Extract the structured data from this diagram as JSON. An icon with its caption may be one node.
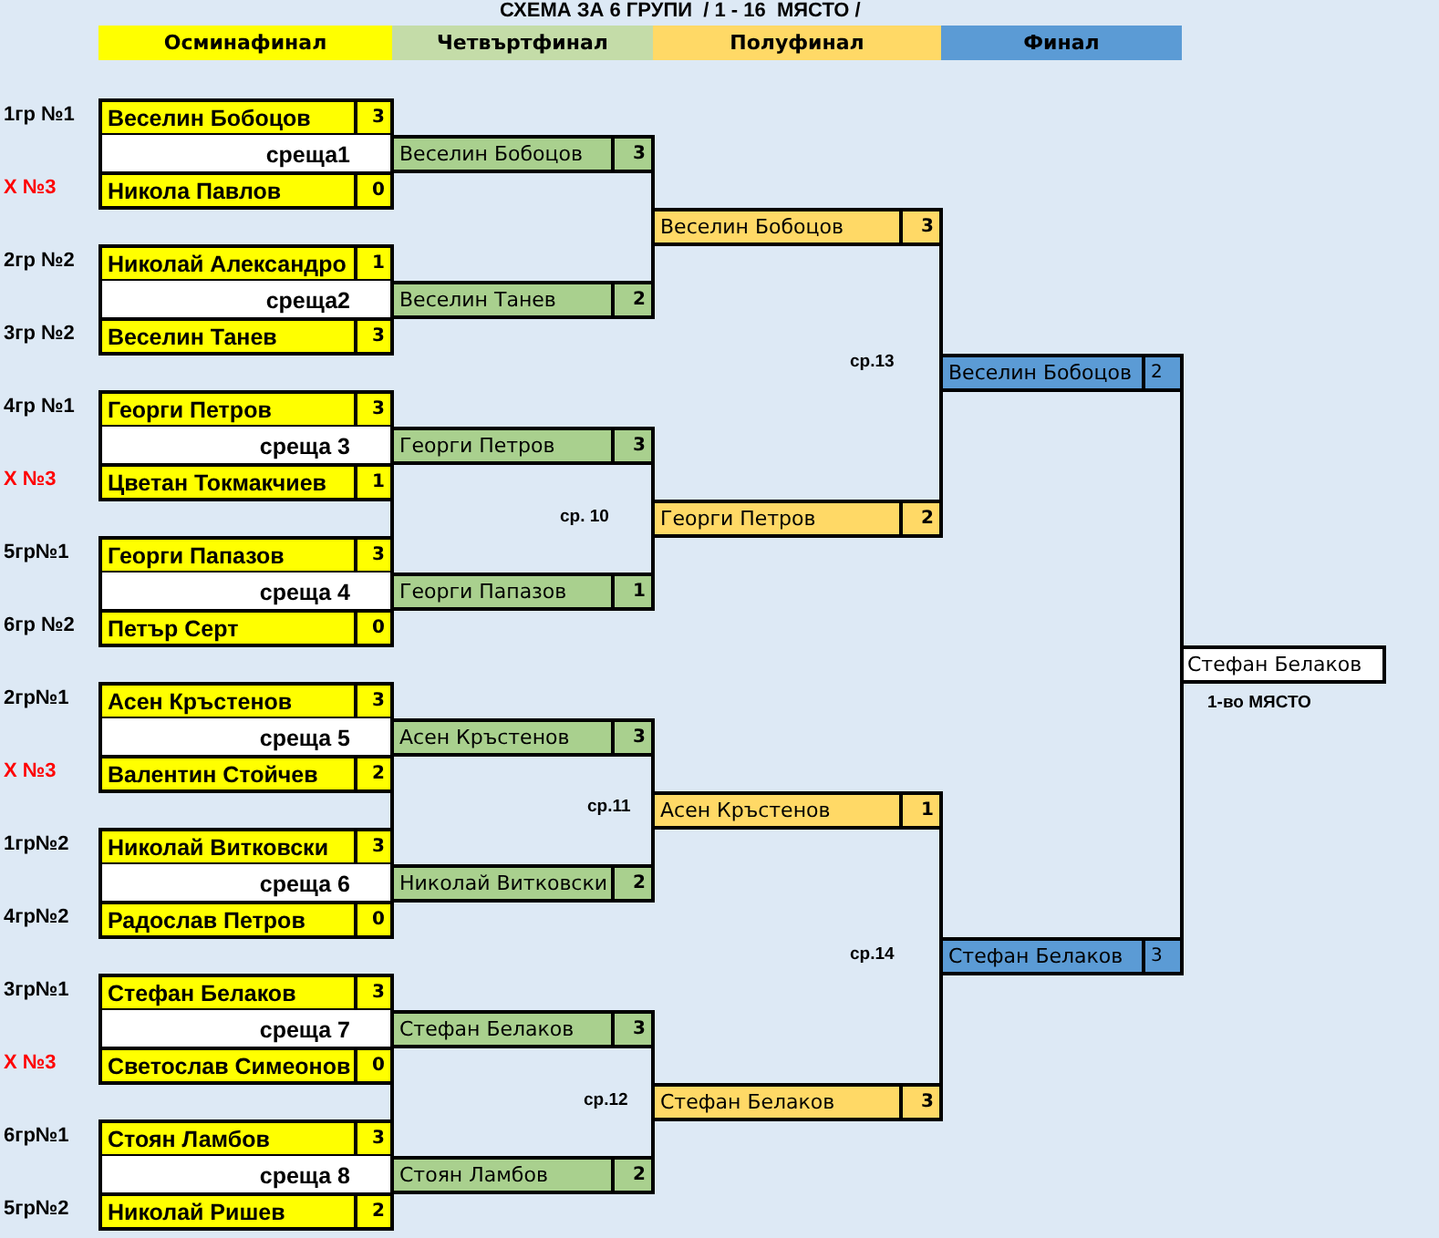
{
  "diagram": {
    "title": "СХЕМА ЗА 6 ГРУПИ  / 1 - 16  МЯСТО /",
    "nodes": [
      {
        "text": [
          "Осминафинал"
        ]
      },
      {
        "text": [
          "Четвъртфинал"
        ]
      },
      {
        "text": [
          "Полуфинал"
        ]
      },
      {
        "text": [
          "Финал"
        ]
      },
      {
        "text": [
          "Веселин Бобоцов",
          "3"
        ],
        "beside": [
          "1гр №1"
        ]
      },
      {
        "text": [
          "среща1"
        ]
      },
      {
        "text": [
          "Никола Павлов",
          "0"
        ],
        "beside": [
          "Х №3"
        ]
      },
      {
        "text": [
          "Николай Александро",
          "1"
        ],
        "beside": [
          "2гр №2"
        ]
      },
      {
        "text": [
          "среща2"
        ]
      },
      {
        "text": [
          "Веселин Танев",
          "3"
        ],
        "beside": [
          "3гр №2"
        ]
      },
      {
        "text": [
          "Георги Петров",
          "3"
        ],
        "beside": [
          "4гр №1"
        ]
      },
      {
        "text": [
          "среща 3"
        ]
      },
      {
        "text": [
          "Цветан Токмакчиев",
          "1"
        ],
        "beside": [
          "Х №3"
        ]
      },
      {
        "text": [
          "Георги Папазов",
          "3"
        ],
        "beside": [
          "5гр№1"
        ]
      },
      {
        "text": [
          "среща 4"
        ]
      },
      {
        "text": [
          "Петър Серт",
          "0"
        ],
        "beside": [
          "6гр №2"
        ]
      },
      {
        "text": [
          "Асен Кръстенов",
          "3"
        ],
        "beside": [
          "2гр№1"
        ]
      },
      {
        "text": [
          "среща 5"
        ]
      },
      {
        "text": [
          "Валентин Стойчев",
          "2"
        ],
        "beside": [
          "Х №3"
        ]
      },
      {
        "text": [
          "Николай Витковски",
          "3"
        ],
        "beside": [
          "1гр№2"
        ]
      },
      {
        "text": [
          "среща 6"
        ]
      },
      {
        "text": [
          "Радослав Петров",
          "0"
        ],
        "beside": [
          "4гр№2"
        ]
      },
      {
        "text": [
          "Стефан Белаков",
          "3"
        ],
        "beside": [
          "3гр№1"
        ]
      },
      {
        "text": [
          "среща 7"
        ]
      },
      {
        "text": [
          "Светослав Симеонов",
          "0"
        ],
        "beside": [
          "Х №3"
        ]
      },
      {
        "text": [
          "Стоян Ламбов",
          "3"
        ],
        "beside": [
          "6гр№1"
        ]
      },
      {
        "text": [
          "среща 8"
        ]
      },
      {
        "text": [
          "Николай Ришев",
          "2"
        ],
        "beside": [
          "5гр№2"
        ]
      },
      {
        "text": [
          "Веселин Бобоцов",
          "3"
        ]
      },
      {
        "text": [
          "Веселин Танев",
          "2"
        ]
      },
      {
        "text": [
          "Георги Петров",
          "3"
        ]
      },
      {
        "text": [
          "Георги Папазов",
          "1"
        ]
      },
      {
        "text": [
          "Асен Кръстенов",
          "3"
        ]
      },
      {
        "text": [
          "Николай Витковски",
          "2"
        ]
      },
      {
        "text": [
          "Стефан Белаков",
          "3"
        ]
      },
      {
        "text": [
          "Стоян Ламбов",
          "2"
        ]
      },
      {
        "text": [
          "Веселин Бобоцов",
          "3"
        ]
      },
      {
        "text": [
          "Георги Петров",
          "2"
        ]
      },
      {
        "text": [
          "Асен Кръстенов",
          "1"
        ]
      },
      {
        "text": [
          "Стефан Белаков",
          "3"
        ]
      },
      {
        "text": [
          "Веселин Бобоцов",
          "2"
        ]
      },
      {
        "text": [
          "Стефан Белаков",
          "3"
        ]
      },
      {
        "text": [
          "Стефан Белаков"
        ],
        "beside": [
          "1-во МЯСТО"
        ]
      }
    ],
    "edges": [
      {
        "from": 12,
        "to": 13,
        "arrow": "none"
      },
      {
        "from": 18,
        "to": 19,
        "arrow": "none"
      },
      {
        "from": 24,
        "to": 25,
        "arrow": "none"
      },
      {
        "from": 28,
        "to": 36,
        "arrow": "none"
      },
      {
        "from": 29,
        "to": 36,
        "arrow": "none"
      },
      {
        "from": 30,
        "to": 37,
        "arrow": "none"
      },
      {
        "from": 31,
        "to": 37,
        "arrow": "none"
      },
      {
        "from": 32,
        "to": 38,
        "arrow": "none"
      },
      {
        "from": 33,
        "to": 38,
        "arrow": "none"
      },
      {
        "from": 34,
        "to": 39,
        "arrow": "none"
      },
      {
        "from": 35,
        "to": 39,
        "arrow": "none"
      },
      {
        "from": 36,
        "to": 40,
        "arrow": "none"
      },
      {
        "from": 37,
        "to": 40,
        "arrow": "none"
      },
      {
        "from": 38,
        "to": 41,
        "arrow": "none"
      },
      {
        "from": 39,
        "to": 41,
        "arrow": "none"
      },
      {
        "from": 40,
        "to": 42,
        "arrow": "none"
      },
      {
        "from": 41,
        "to": 42,
        "arrow": "none"
      }
    ],
    "labels": [
      "ср.13",
      "ср. 10",
      "ср.11",
      "ср.14",
      "ср.12"
    ]
  }
}
